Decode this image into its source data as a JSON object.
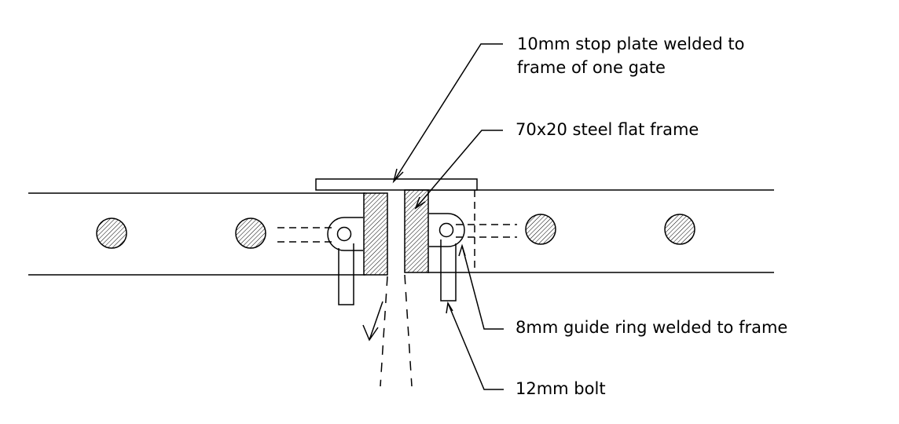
{
  "annotations": {
    "stop_plate": "10mm stop plate welded to frame of one gate",
    "steel_frame": "70x20 steel flat frame",
    "guide_ring": "8mm guide ring welded to frame",
    "bolt": "12mm bolt"
  },
  "colors": {
    "line": "#000000",
    "background": "#ffffff"
  }
}
